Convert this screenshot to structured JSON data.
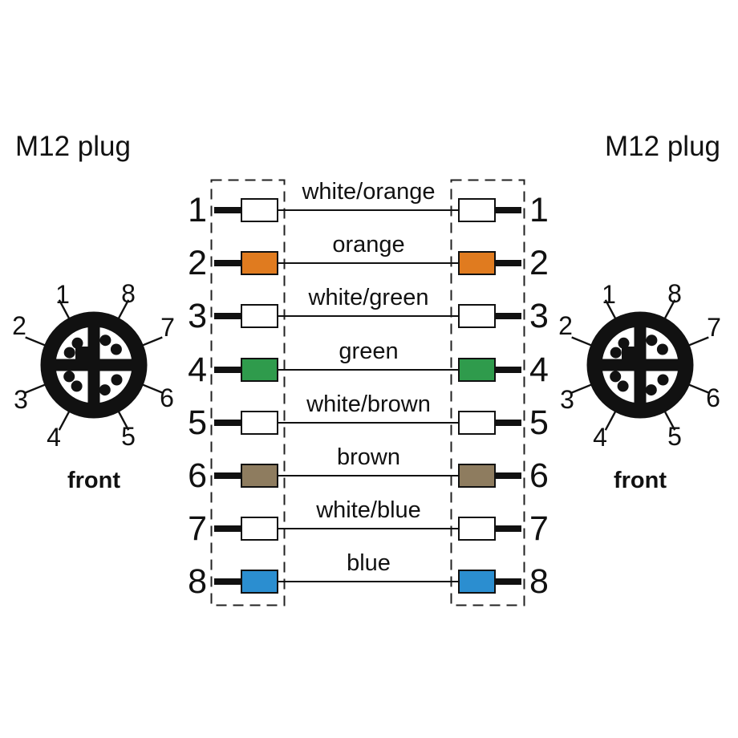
{
  "headers": {
    "left_plug_title": "M12 plug",
    "right_plug_title": "M12 plug"
  },
  "connectors": {
    "left": {
      "front_label": "front",
      "pin_labels": [
        "1",
        "2",
        "3",
        "4",
        "5",
        "6",
        "7",
        "8"
      ]
    },
    "right": {
      "front_label": "front",
      "pin_labels": [
        "1",
        "2",
        "3",
        "4",
        "5",
        "6",
        "7",
        "8"
      ]
    }
  },
  "wiring": {
    "rows": [
      {
        "left_pin": "1",
        "right_pin": "1",
        "color_name": "white/orange",
        "color_hex": "#ffffff"
      },
      {
        "left_pin": "2",
        "right_pin": "2",
        "color_name": "orange",
        "color_hex": "#e07b1f"
      },
      {
        "left_pin": "3",
        "right_pin": "3",
        "color_name": "white/green",
        "color_hex": "#ffffff"
      },
      {
        "left_pin": "4",
        "right_pin": "4",
        "color_name": "green",
        "color_hex": "#2f9b4c"
      },
      {
        "left_pin": "5",
        "right_pin": "5",
        "color_name": "white/brown",
        "color_hex": "#ffffff"
      },
      {
        "left_pin": "6",
        "right_pin": "6",
        "color_name": "brown",
        "color_hex": "#8e7c5f"
      },
      {
        "left_pin": "7",
        "right_pin": "7",
        "color_name": "white/blue",
        "color_hex": "#ffffff"
      },
      {
        "left_pin": "8",
        "right_pin": "8",
        "color_name": "blue",
        "color_hex": "#2b8ed0"
      }
    ]
  }
}
